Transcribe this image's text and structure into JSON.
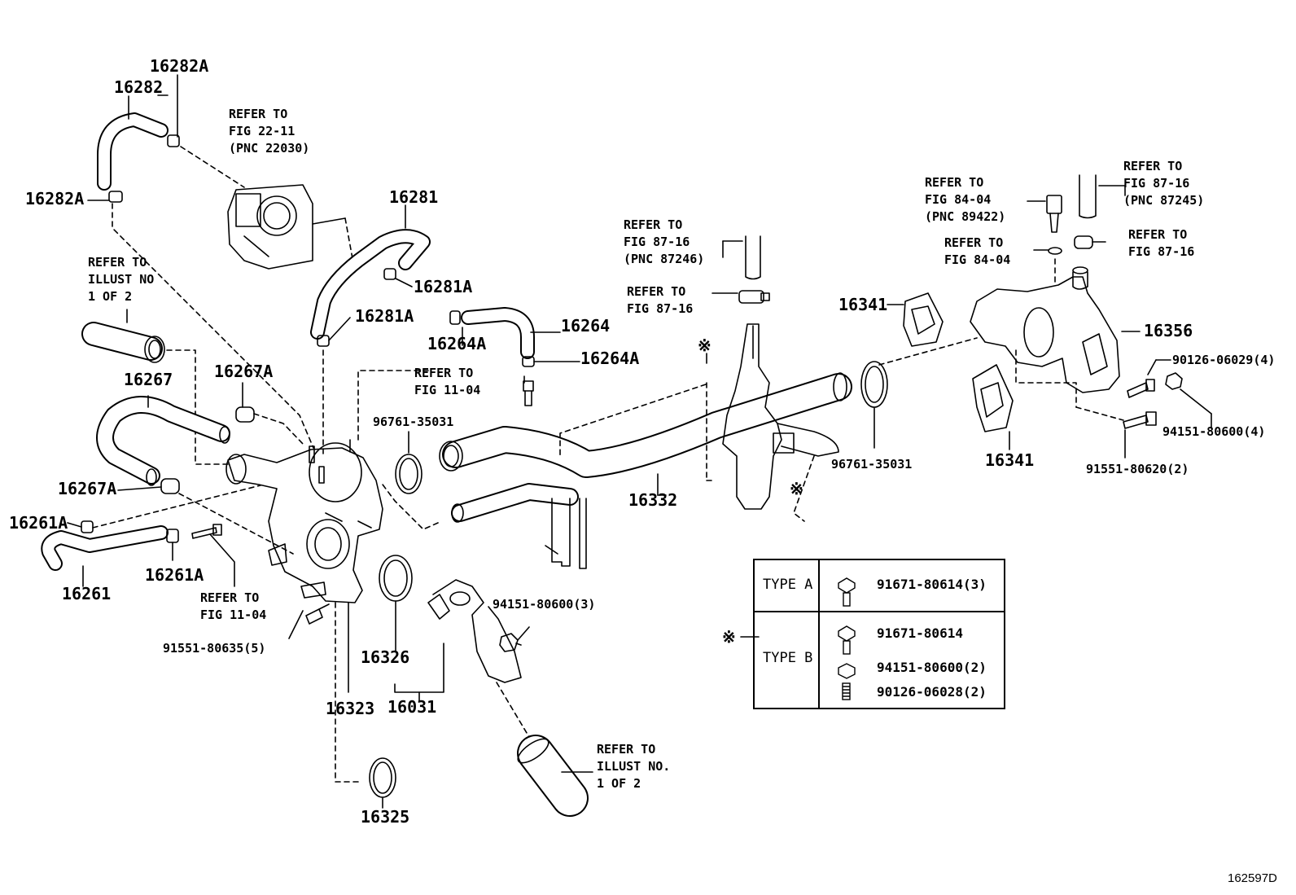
{
  "diagram_id": "162597D",
  "labels": {
    "p16282A_top": "16282A",
    "p16282": "16282",
    "p16282A_left": "16282A",
    "refer_throttle": "REFER TO\nFIG 22-11\n(PNC 22030)",
    "p16281": "16281",
    "p16281A_right": "16281A",
    "p16281A_left": "16281A",
    "refer_illust_1": "REFER TO\nILLUST NO\n1 OF 2",
    "p16264": "16264",
    "p16264A_a": "16264A",
    "p16264A_b": "16264A",
    "refer_fig_11_04_a": "REFER TO\nFIG 11-04",
    "p16267": "16267",
    "p16267A_a": "16267A",
    "p16267A_b": "16267A",
    "p96761_a": "96761-35031",
    "p16261A_a": "16261A",
    "p16261A_b": "16261A",
    "p16261": "16261",
    "refer_fig_11_04_b": "REFER TO\nFIG 11-04",
    "p91551_80635": "91551-80635(5)",
    "p16323": "16323",
    "p16326": "16326",
    "p16031": "16031",
    "p16325": "16325",
    "p94151_80600_3": "94151-80600(3)",
    "refer_illust_2": "REFER TO\nILLUST NO.\n1 OF 2",
    "refer_fig_87_16_pnc": "REFER TO\nFIG 87-16\n(PNC 87246)",
    "refer_fig_87_16_a": "REFER TO\nFIG 87-16",
    "ref_mark_a": "※",
    "ref_mark_b": "※",
    "ref_mark_c": "※",
    "p16332": "16332",
    "p96761_b": "96761-35031",
    "p16341_a": "16341",
    "p16341_b": "16341",
    "refer_fig_84_04_pnc": "REFER TO\nFIG 84-04\n(PNC 89422)",
    "refer_fig_84_04": "REFER TO\nFIG 84-04",
    "refer_fig_87_16_pnc2": "REFER TO\nFIG 87-16\n(PNC 87245)",
    "refer_fig_87_16_b": "REFER TO\nFIG 87-16",
    "p16356": "16356",
    "p90126_06029": "90126-06029(4)",
    "p94151_80600_4": "94151-80600(4)",
    "p91551_80620": "91551-80620(2)"
  },
  "type_table": {
    "type_a": "TYPE A",
    "type_b": "TYPE B",
    "a_part": "91671-80614(3)",
    "b_part1": "91671-80614",
    "b_part2": "94151-80600(2)",
    "b_part3": "90126-06028(2)"
  }
}
